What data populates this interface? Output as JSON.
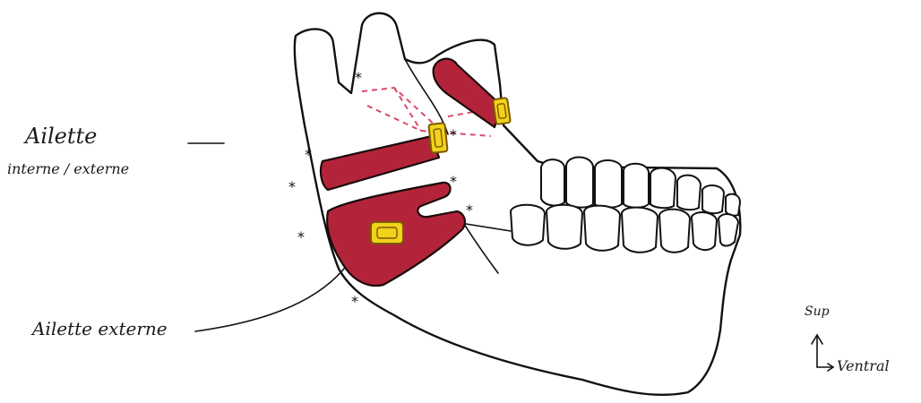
{
  "labels": {
    "internal_external_wing_line1": "Ailette",
    "internal_external_wing_line2": "interne / externe",
    "external_wing": "Ailette externe",
    "orientation_up": "Sup",
    "orientation_forward": "Ventral"
  },
  "markers": {
    "star_symbol": "*"
  },
  "colors": {
    "ink": "#111111",
    "band_red": "#b3243a",
    "dash_pink": "#d94a6a",
    "screw_yellow": "#f2d21b",
    "screw_outline": "#7a5a00"
  },
  "icons": [
    "orientation-arrow-icon",
    "asterisk-marker-icon",
    "screw-plate-icon"
  ]
}
